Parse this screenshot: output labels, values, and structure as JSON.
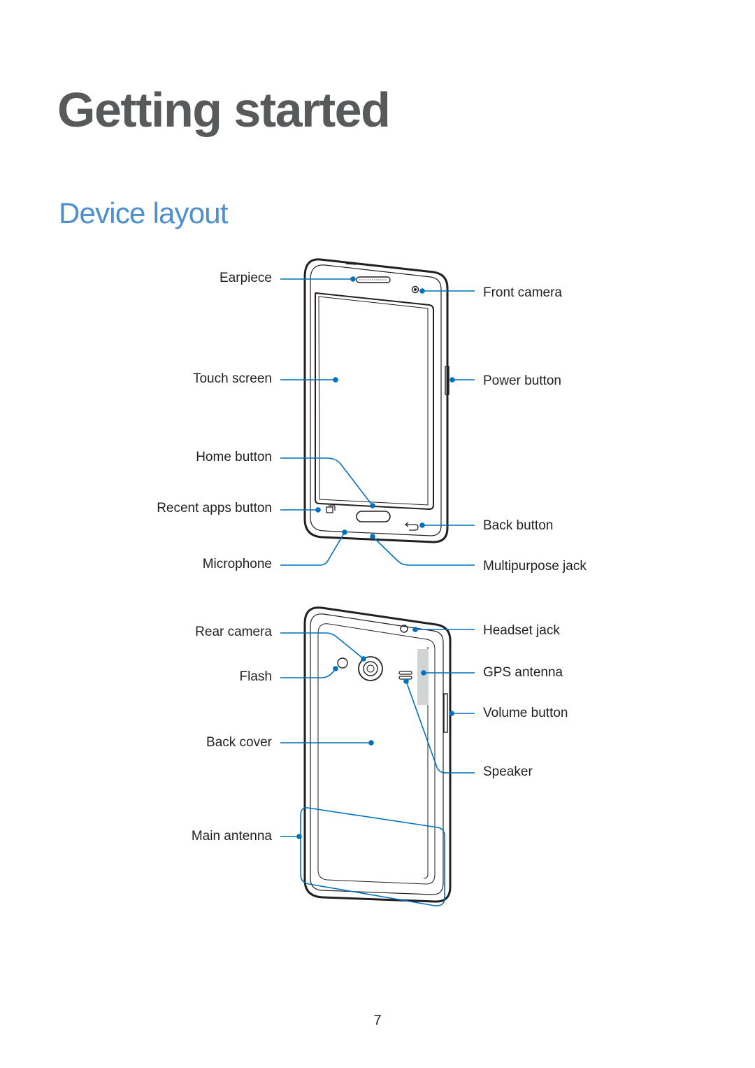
{
  "title": "Getting started",
  "section_title": "Device layout",
  "colors": {
    "title": "#58595b",
    "section": "#4d8fcf",
    "callout": "#0071bc",
    "outline": "#231f20"
  },
  "front_labels": {
    "earpiece": "Earpiece",
    "touch_screen": "Touch screen",
    "home_button": "Home button",
    "recent_apps_button": "Recent apps button",
    "microphone": "Microphone",
    "front_camera": "Front camera",
    "power_button": "Power button",
    "back_button": "Back button",
    "multipurpose_jack": "Multipurpose jack"
  },
  "back_labels": {
    "rear_camera": "Rear camera",
    "flash": "Flash",
    "back_cover": "Back cover",
    "main_antenna": "Main antenna",
    "headset_jack": "Headset jack",
    "gps_antenna": "GPS antenna",
    "volume_button": "Volume button",
    "speaker": "Speaker"
  },
  "page_number": "7"
}
